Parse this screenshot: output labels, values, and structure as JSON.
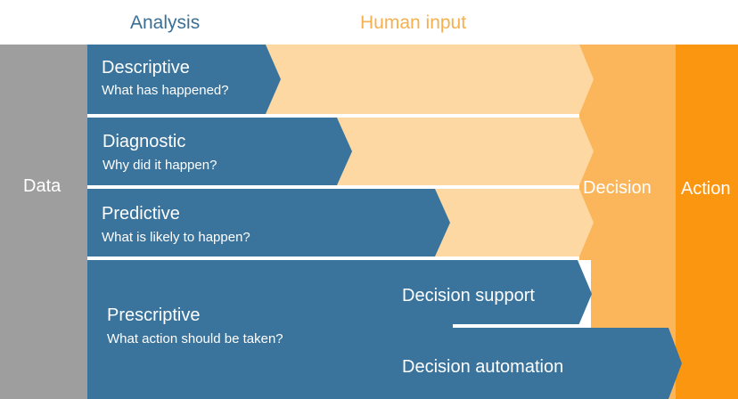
{
  "headers": {
    "analysis": "Analysis",
    "human_input": "Human input"
  },
  "columns": {
    "data": "Data",
    "decision": "Decision",
    "action": "Action"
  },
  "rows": [
    {
      "title": "Descriptive",
      "question": "What has happened?"
    },
    {
      "title": "Diagnostic",
      "question": "Why did it happen?"
    },
    {
      "title": "Predictive",
      "question": "What is likely to happen?"
    },
    {
      "title": "Prescriptive",
      "question": "What action should be taken?"
    }
  ],
  "prescriptive_outputs": {
    "support": "Decision support",
    "automation": "Decision automation"
  },
  "colors": {
    "analysis_blue": "#3a739b",
    "human_input_light": "#fdd8a3",
    "decision_orange": "#fbb55b",
    "action_orange": "#fb9611",
    "data_gray": "#9e9e9e",
    "header_blue": "#3a6f96",
    "header_orange": "#f6b04f"
  }
}
